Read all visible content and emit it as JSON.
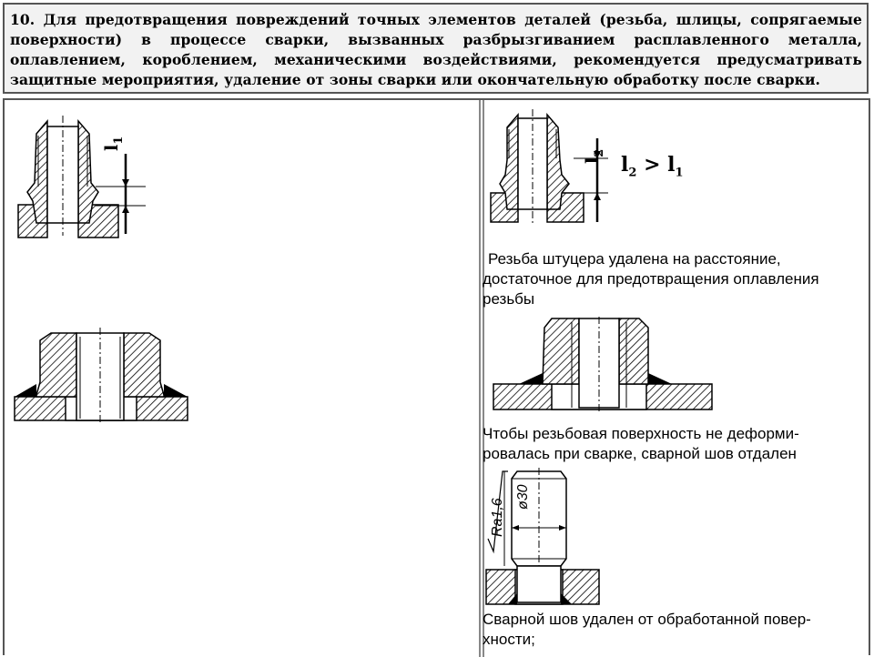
{
  "header": {
    "line1": "10. Для предотвращения повреждений точных элементов деталей (резьба, шлицы, сопрягаемые",
    "line2": "поверхности) в процессе сварки, вызванных разбрызгиванием расплавленного металла,",
    "line3": "оплавлением, короблением, механическими воздействиями, рекомендуется предусматривать",
    "line4": "защитные мероприятия, удаление от зоны сварки или окончательную обработку после сварки."
  },
  "left": {
    "fig1_dim_label": "l1",
    "fig1_dim_base": "l",
    "fig1_dim_sub": "1"
  },
  "right": {
    "fig1_dim_base": "l",
    "fig1_dim_sub": "2",
    "relation_l": "l",
    "relation_2": "2",
    "relation_gt": " > ",
    "relation_l2": "l",
    "relation_1": "1",
    "caption1_line1": "Резьба штуцера удалена на расстояние,",
    "caption1_line2": "достаточное для предотвращения оплавления",
    "caption1_line3": "резьбы",
    "caption2_line1": "Чтобы резьбовая поверхность не деформи-",
    "caption2_line2": "ровалась при сварке, сварной шов отдален",
    "roughness": "Ra1,6",
    "diameter": "ø30",
    "caption3_line1": "Сварной шов удален от обработанной повер-",
    "caption3_line2": "хности;"
  }
}
